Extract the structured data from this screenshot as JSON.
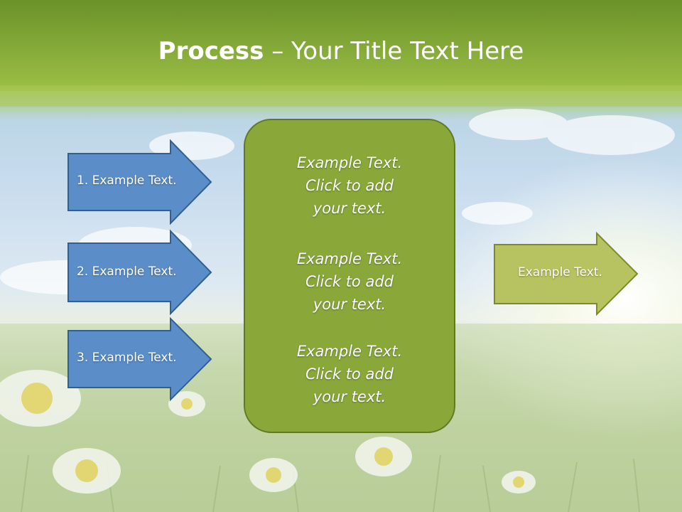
{
  "slide": {
    "title_bold": "Process",
    "title_dash": " – ",
    "title_rest": "Your Title Text Here"
  },
  "inputs": [
    {
      "label": "1. Example Text."
    },
    {
      "label": "2. Example Text."
    },
    {
      "label": "3. Example Text."
    }
  ],
  "center": {
    "paragraphs": [
      "Example Text.\nClick  to add\nyour text.",
      "Example Text.\nClick  to add\nyour text.",
      "Example Text.\nClick  to add\nyour text."
    ]
  },
  "output": {
    "label": "Example Text."
  },
  "colors": {
    "input_arrow_fill": "#5b8ec8",
    "input_arrow_stroke": "#2f5f95",
    "center_fill": "#8aa83a",
    "center_stroke": "#5f7a22",
    "output_arrow_fill": "#b7c260",
    "output_arrow_stroke": "#7e8a28"
  }
}
